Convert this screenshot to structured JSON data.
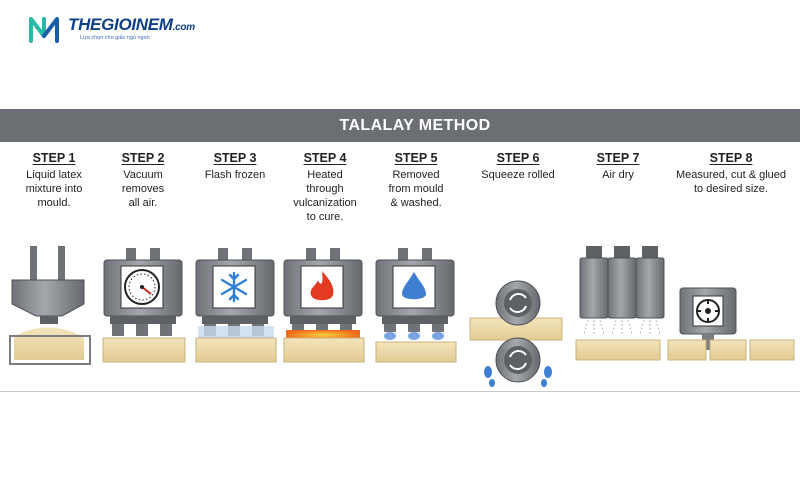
{
  "logo": {
    "brand": "THEGIOINEM",
    "domain": ".com",
    "tagline": "Lựa chọn cho giấc ngủ ngon",
    "mark_colors": [
      "#2ab8a8",
      "#1b5ea8"
    ]
  },
  "banner": {
    "title": "TALALAY METHOD",
    "color": "#6b6e72"
  },
  "steps": [
    {
      "title": "STEP 1",
      "desc": "Liquid latex\nmixture into\nmould."
    },
    {
      "title": "STEP 2",
      "desc": "Vacuum\nremoves\nall air."
    },
    {
      "title": "STEP 3",
      "desc": "Flash frozen"
    },
    {
      "title": "STEP 4",
      "desc": "Heated\nthrough\nvulcanization\nto cure."
    },
    {
      "title": "STEP 5",
      "desc": "Removed\nfrom mould\n& washed."
    },
    {
      "title": "STEP 6",
      "desc": "Squeeze rolled"
    },
    {
      "title": "STEP 7",
      "desc": "Air dry"
    },
    {
      "title": "STEP 8",
      "desc": "Measured, cut & glued\nto desired size."
    }
  ],
  "icons": {
    "step2": "pressure-gauge-icon",
    "step3": "snowflake-icon",
    "step4": "flame-icon",
    "step5": "water-drop-icon",
    "step6": "rotate-arrows-icon",
    "step8": "cutting-blade-icon"
  },
  "colors": {
    "machine": "#8d9094",
    "machine_dark": "#5d6064",
    "latex": "#ecd9a8",
    "latex_edge": "#c9b27c",
    "frozen": "#c9d9ef",
    "flame": "#e33b22",
    "heat": "#f5a623",
    "water": "#3e7fd1",
    "air": "#aab8c8"
  }
}
